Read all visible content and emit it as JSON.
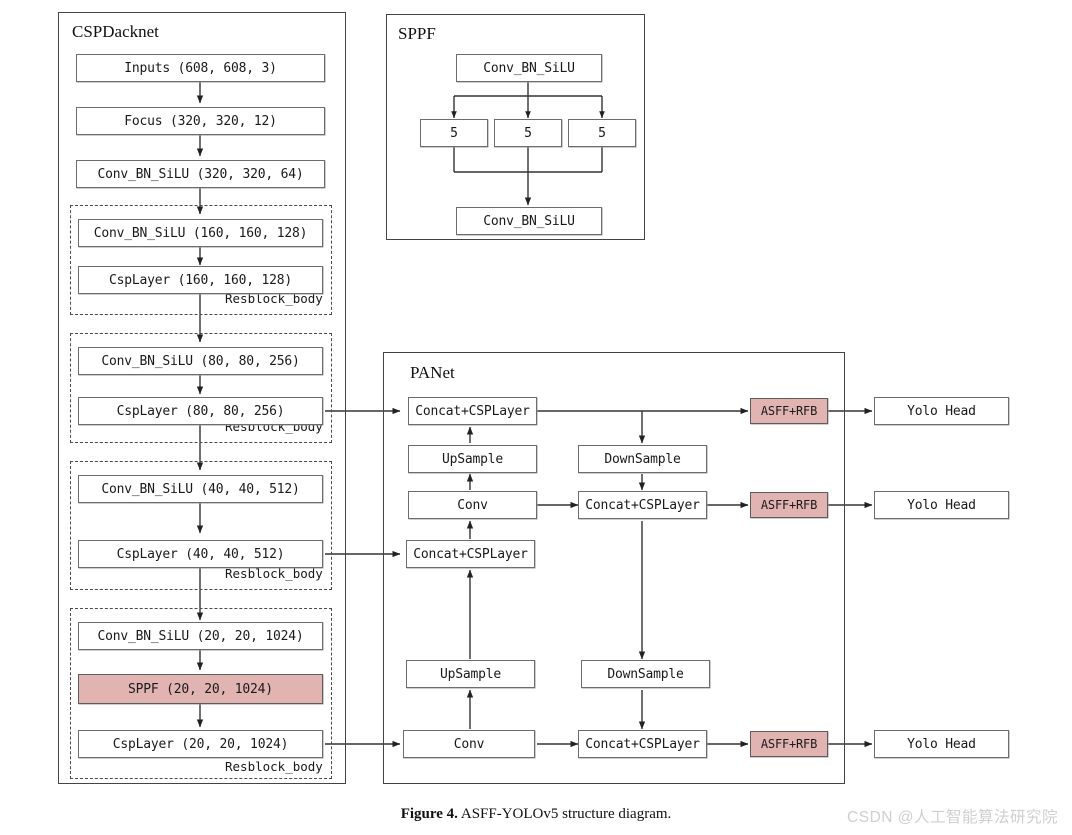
{
  "figure": {
    "caption_label": "Figure 4.",
    "caption_text": "ASFF-YOLOv5 structure diagram.",
    "watermark": "CSDN @人工智能算法研究院"
  },
  "colors": {
    "highlight": "#e2b4b1",
    "box_border": "#6d6d6d",
    "frame_border": "#444444",
    "edge": "#333333",
    "dashed_border": "#4a4a4a",
    "watermark": "#cfcfcf"
  },
  "backbone": {
    "title": "CSPDacknet",
    "nodes": [
      {
        "id": "inputs",
        "label": "Inputs (608, 608, 3)"
      },
      {
        "id": "focus",
        "label": "Focus (320, 320, 12)"
      },
      {
        "id": "conv0",
        "label": "Conv_BN_SiLU (320, 320, 64)"
      },
      {
        "id": "conv1",
        "label": "Conv_BN_SiLU (160, 160, 128)"
      },
      {
        "id": "csp1",
        "label": "CspLayer (160, 160, 128)"
      },
      {
        "id": "conv2",
        "label": "Conv_BN_SiLU (80, 80, 256)"
      },
      {
        "id": "csp2",
        "label": "CspLayer (80, 80, 256)"
      },
      {
        "id": "conv3",
        "label": "Conv_BN_SiLU (40, 40, 512)"
      },
      {
        "id": "csp3",
        "label": "CspLayer (40, 40, 512)"
      },
      {
        "id": "conv4",
        "label": "Conv_BN_SiLU (20, 20, 1024)"
      },
      {
        "id": "sppf",
        "label": "SPPF (20, 20, 1024)",
        "highlight": true
      },
      {
        "id": "csp4",
        "label": "CspLayer (20, 20, 1024)"
      }
    ],
    "resblock_label": "Resblock_body",
    "resblock_count": 4
  },
  "sppf_module": {
    "title": "SPPF",
    "input_conv": "Conv_BN_SiLU",
    "pool_kernels": [
      "5",
      "5",
      "5"
    ],
    "output_conv": "Conv_BN_SiLU"
  },
  "panet": {
    "title": "PANet",
    "nodes": [
      {
        "id": "cat_top",
        "label": "Concat+CSPLayer"
      },
      {
        "id": "up_top",
        "label": "UpSample"
      },
      {
        "id": "conv_mid",
        "label": "Conv"
      },
      {
        "id": "cat_mid",
        "label": "Concat+CSPLayer"
      },
      {
        "id": "up_bot",
        "label": "UpSample"
      },
      {
        "id": "conv_bot",
        "label": "Conv"
      },
      {
        "id": "down_top",
        "label": "DownSample"
      },
      {
        "id": "cat_r1",
        "label": "Concat+CSPLayer"
      },
      {
        "id": "down_bot",
        "label": "DownSample"
      },
      {
        "id": "cat_r2",
        "label": "Concat+CSPLayer"
      }
    ]
  },
  "asff": {
    "label": "ASFF+RFB",
    "count": 3
  },
  "heads": {
    "label": "Yolo Head",
    "count": 3
  }
}
